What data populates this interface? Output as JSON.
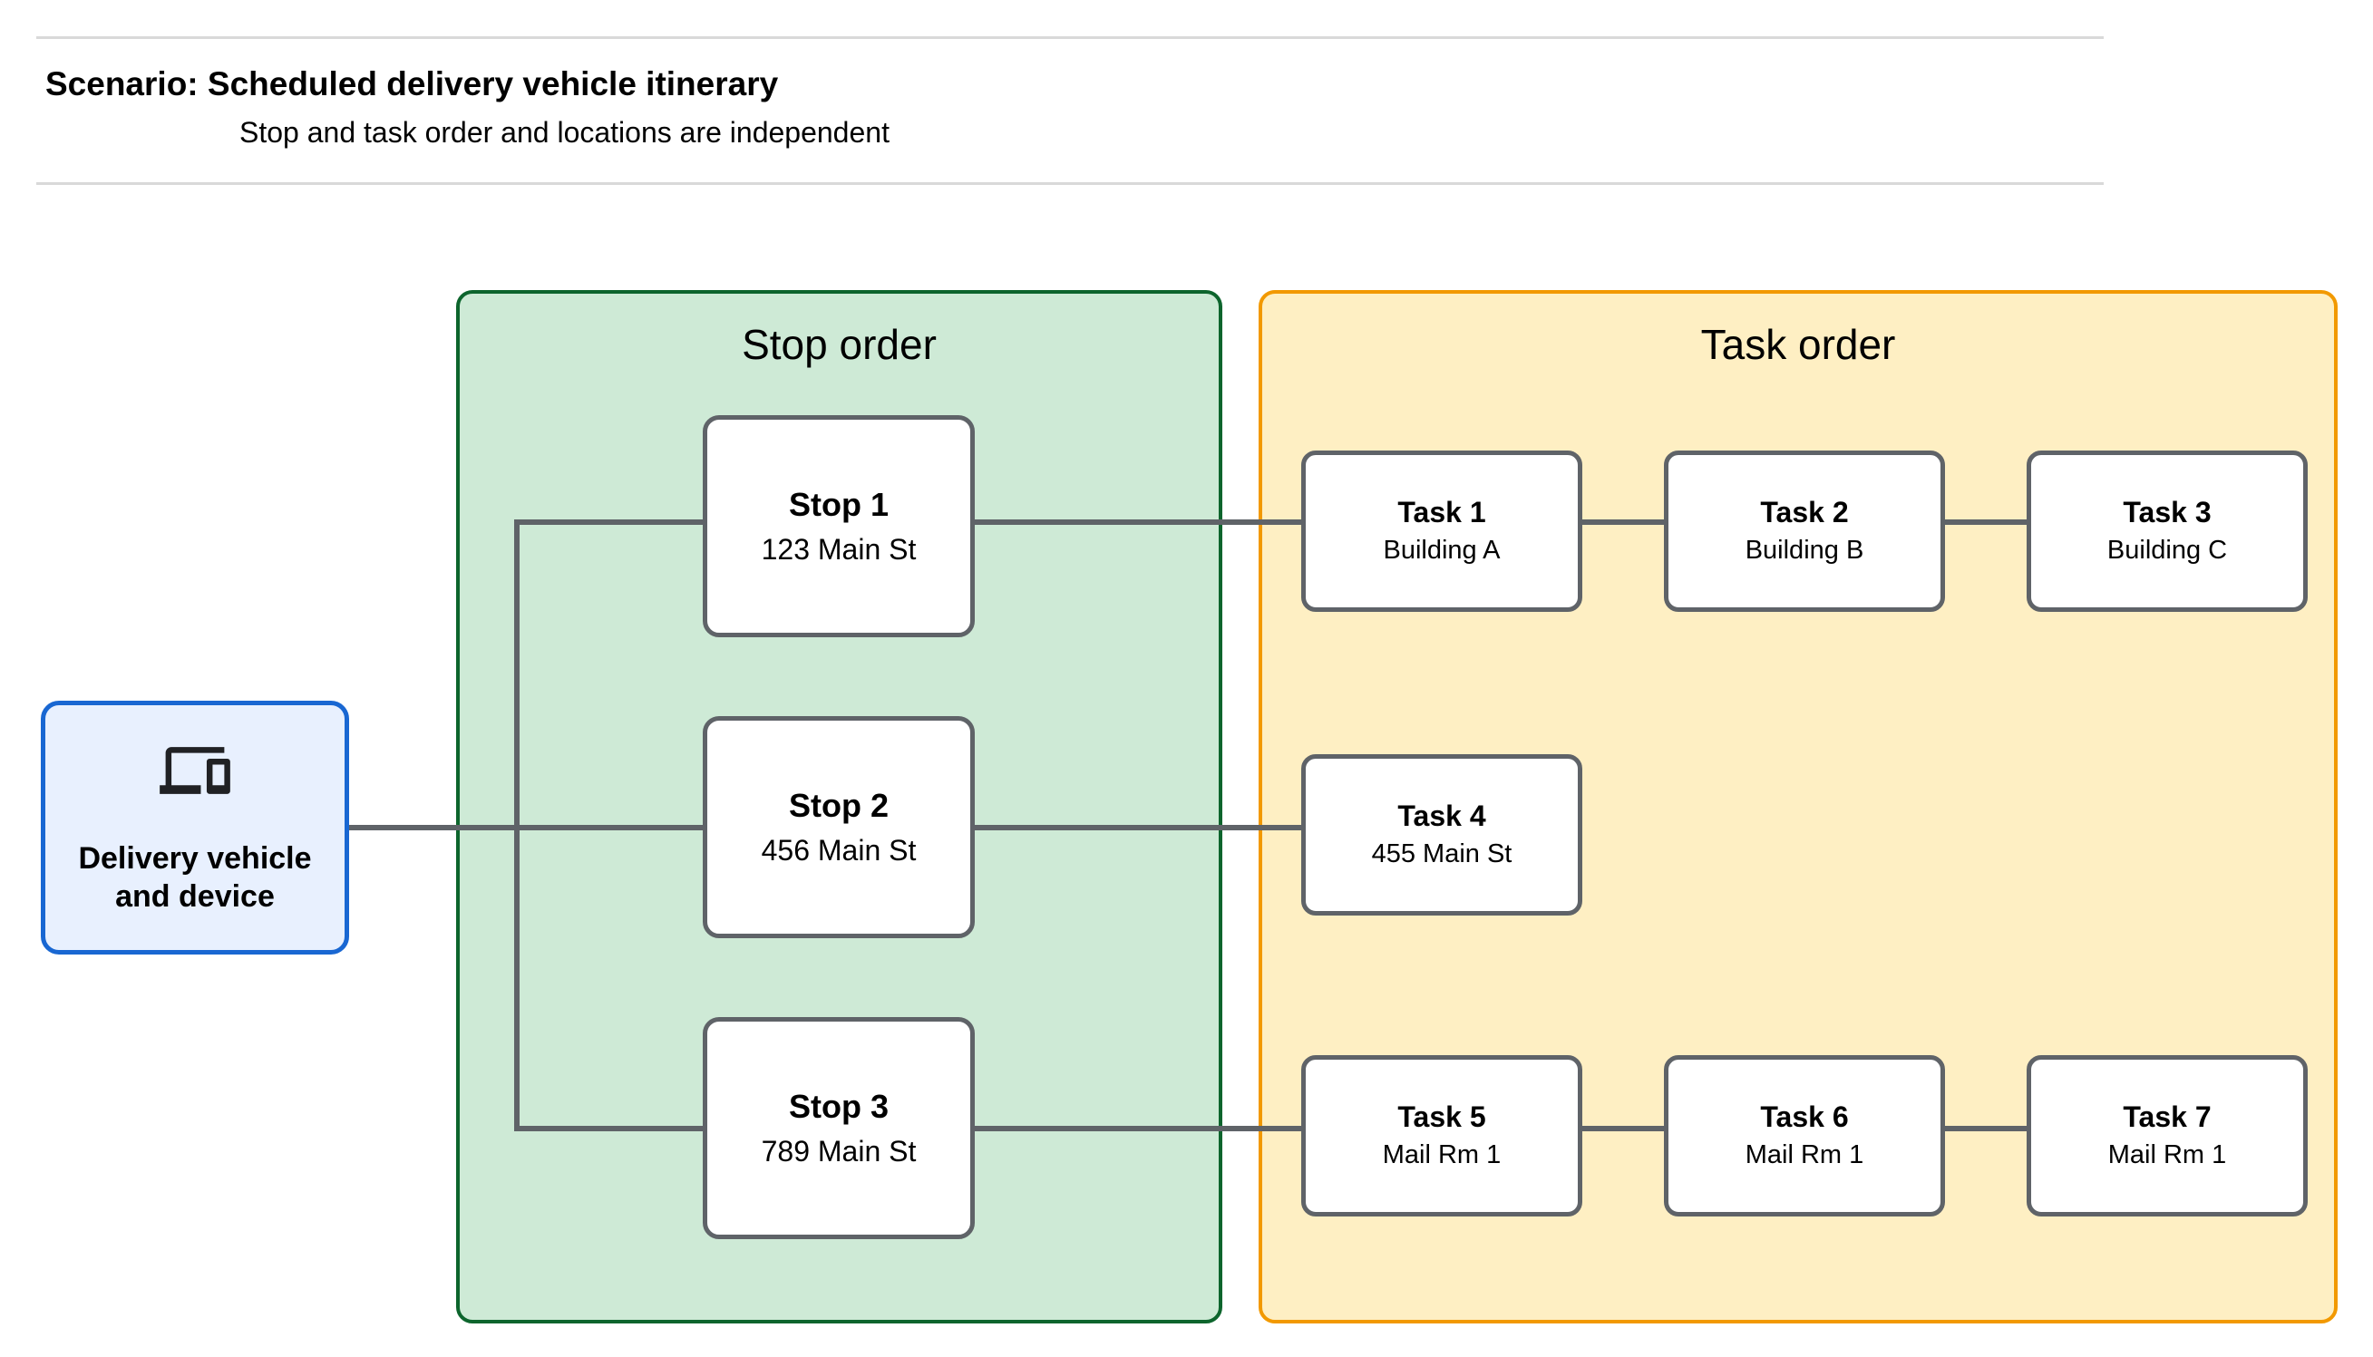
{
  "header": {
    "title": "Scenario: Scheduled delivery vehicle itinerary",
    "subtitle": "Stop and task order and locations are independent"
  },
  "device_node": {
    "icon": "devices-icon",
    "label_line1": "Delivery vehicle",
    "label_line2": "and device"
  },
  "panels": {
    "stop": {
      "title": "Stop order"
    },
    "task": {
      "title": "Task order"
    }
  },
  "stops": [
    {
      "name": "Stop 1",
      "location": "123 Main St"
    },
    {
      "name": "Stop 2",
      "location": "456 Main St"
    },
    {
      "name": "Stop 3",
      "location": "789 Main St"
    }
  ],
  "tasks": [
    {
      "name": "Task 1",
      "location": "Building A"
    },
    {
      "name": "Task 2",
      "location": "Building B"
    },
    {
      "name": "Task 3",
      "location": "Building C"
    },
    {
      "name": "Task 4",
      "location": "455 Main St"
    },
    {
      "name": "Task 5",
      "location": "Mail Rm 1"
    },
    {
      "name": "Task 6",
      "location": "Mail Rm 1"
    },
    {
      "name": "Task 7",
      "location": "Mail Rm 1"
    }
  ],
  "colors": {
    "blue_fill": "#e8f0fe",
    "blue_border": "#1967d2",
    "green_fill": "#ceead6",
    "green_border": "#0d652d",
    "yellow_fill": "#feefc3",
    "yellow_border": "#f29900",
    "node_border": "#5f6368",
    "connector": "#5f6368",
    "divider": "#d9d9d9",
    "text": "#000000",
    "icon": "#202124"
  }
}
